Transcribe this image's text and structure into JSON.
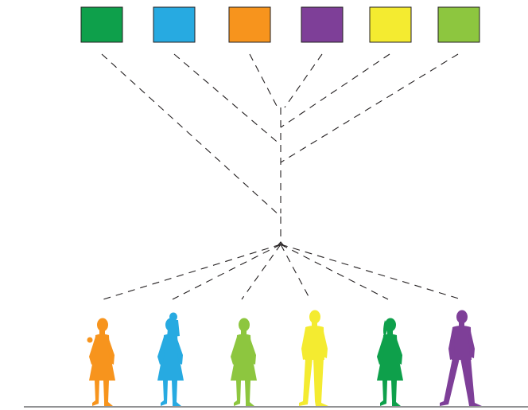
{
  "diagram": {
    "color_swatches": [
      {
        "id": "green",
        "color": "#0EA04B"
      },
      {
        "id": "blue",
        "color": "#27AAE1"
      },
      {
        "id": "orange",
        "color": "#F7941D"
      },
      {
        "id": "purple",
        "color": "#7E3F98"
      },
      {
        "id": "yellow",
        "color": "#F4EB30"
      },
      {
        "id": "light-green",
        "color": "#8DC63F"
      }
    ],
    "people": [
      {
        "id": "person-1",
        "color": "#F7941D",
        "pose": "woman-holding-cup"
      },
      {
        "id": "person-2",
        "color": "#27AAE1",
        "pose": "woman-carrying-child"
      },
      {
        "id": "person-3",
        "color": "#8DC63F",
        "pose": "woman-in-dress"
      },
      {
        "id": "person-4",
        "color": "#F4EB30",
        "pose": "man-standing"
      },
      {
        "id": "person-5",
        "color": "#0EA04B",
        "pose": "woman-walking"
      },
      {
        "id": "person-6",
        "color": "#7E3F98",
        "pose": "man-walking"
      }
    ],
    "line_color": "#231F20",
    "ground_color": "#6D6E71"
  }
}
